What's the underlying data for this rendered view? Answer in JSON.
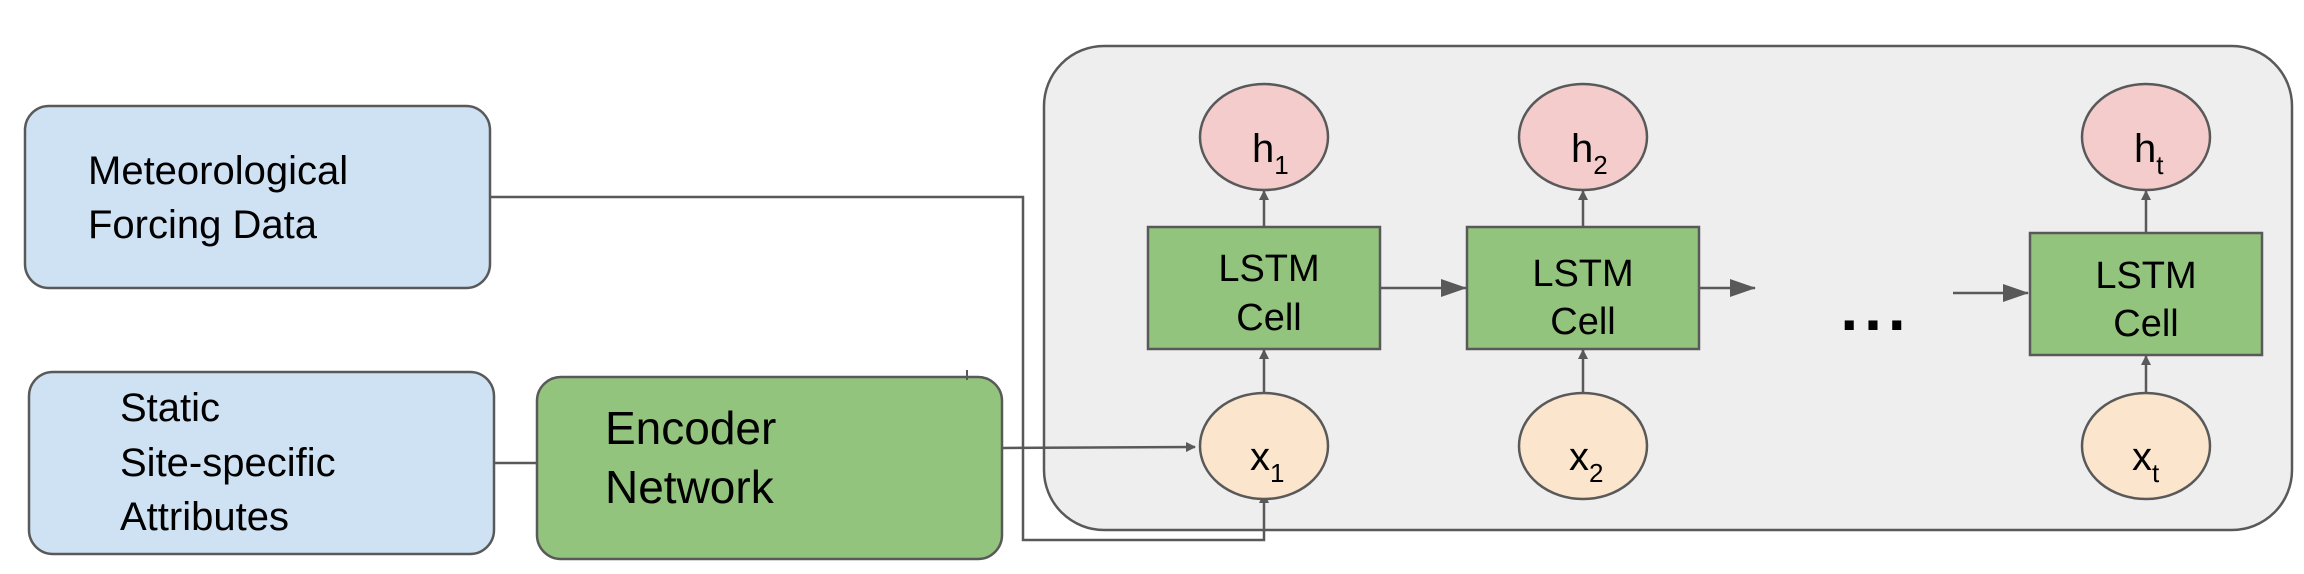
{
  "inputs": {
    "met_line1": "Meteorological",
    "met_line2": "Forcing Data",
    "static_line1": "Static",
    "static_line2": "Site-specific",
    "static_line3": "Attributes"
  },
  "encoder": {
    "line1": "Encoder",
    "line2": "Network"
  },
  "cells": [
    {
      "line1": "LSTM",
      "line2": "Cell",
      "h": "h",
      "h_sub": "1",
      "x": "x",
      "x_sub": "1"
    },
    {
      "line1": "LSTM",
      "line2": "Cell",
      "h": "h",
      "h_sub": "2",
      "x": "x",
      "x_sub": "2"
    },
    {
      "line1": "LSTM",
      "line2": "Cell",
      "h": "h",
      "h_sub": "t",
      "x": "x",
      "x_sub": "t"
    }
  ],
  "ellipsis": "...",
  "colors": {
    "input_box": "#cfe2f3",
    "green": "#93c47d",
    "hidden_node": "#f4cccc",
    "input_node": "#fce5cd",
    "panel": "#eeeeee",
    "stroke": "#595959"
  }
}
